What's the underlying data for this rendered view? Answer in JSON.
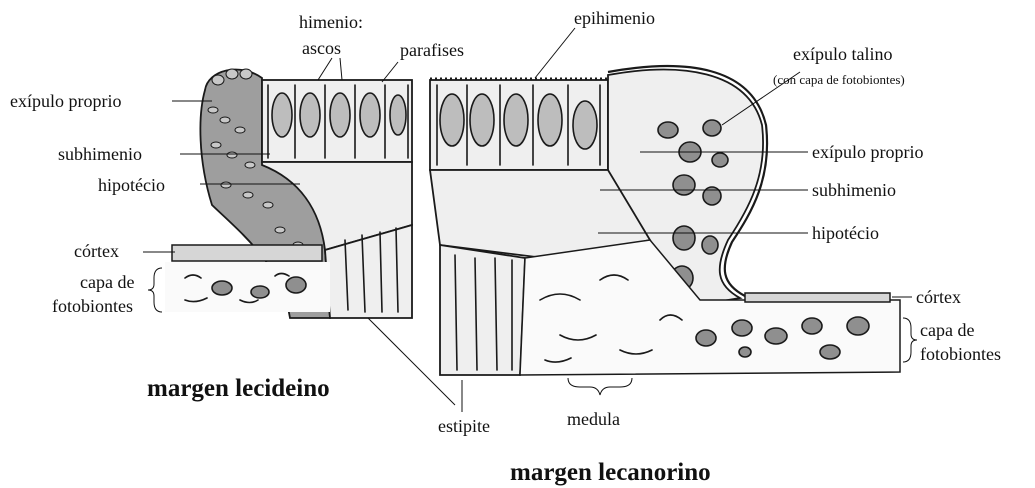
{
  "labels": {
    "himenio": "himenio:",
    "ascos": "ascos",
    "parafises": "parafises",
    "epihimenio": "epihimenio",
    "expulo_talino": "exípulo talino",
    "con_capa": "(con capa de fotobiontes)",
    "expulo_proprio_left": "exípulo proprio",
    "expulo_proprio_right": "exípulo proprio",
    "subhimenio_left": "subhimenio",
    "subhimenio_right": "subhimenio",
    "hipotecio_left": "hipotécio",
    "hipotecio_right": "hipotécio",
    "cortex_left": "córtex",
    "cortex_right": "córtex",
    "capa_left_1": "capa de",
    "capa_left_2": "fotobiontes",
    "capa_right_1": "capa de",
    "capa_right_2": "fotobiontes",
    "estipite": "estipite",
    "medula": "medula"
  },
  "titles": {
    "lecideino": "margen lecideino",
    "lecanorino": "margen lecanorino"
  }
}
